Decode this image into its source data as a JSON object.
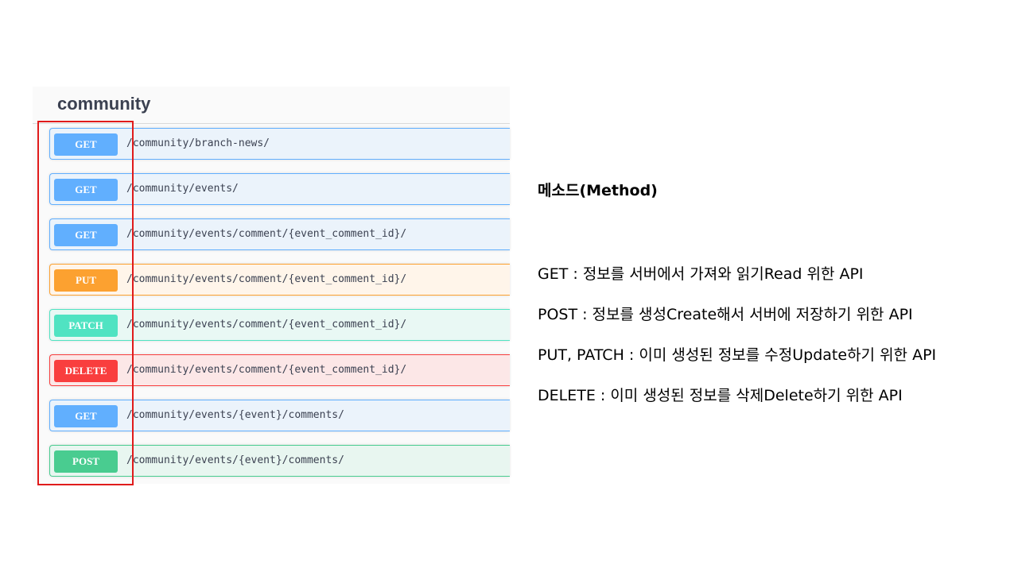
{
  "swagger": {
    "tag_title": "community",
    "operations": [
      {
        "method": "GET",
        "kind": "get",
        "path": "/community/branch-news/"
      },
      {
        "method": "GET",
        "kind": "get",
        "path": "/community/events/"
      },
      {
        "method": "GET",
        "kind": "get",
        "path": "/community/events/comment/{event_comment_id}/"
      },
      {
        "method": "PUT",
        "kind": "put",
        "path": "/community/events/comment/{event_comment_id}/"
      },
      {
        "method": "PATCH",
        "kind": "patch",
        "path": "/community/events/comment/{event_comment_id}/"
      },
      {
        "method": "DELETE",
        "kind": "delete",
        "path": "/community/events/comment/{event_comment_id}/"
      },
      {
        "method": "GET",
        "kind": "get",
        "path": "/community/events/{event}/comments/"
      },
      {
        "method": "POST",
        "kind": "post",
        "path": "/community/events/{event}/comments/"
      }
    ]
  },
  "explanation": {
    "title": "메소드(Method)",
    "lines": [
      "GET : 정보를 서버에서 가져와 읽기Read 위한 API",
      "POST : 정보를 생성Create해서 서버에 저장하기 위한 API",
      "PUT, PATCH : 이미 생성된 정보를 수정Update하기 위한 API",
      "DELETE : 이미 생성된 정보를 삭제Delete하기 위한 API"
    ]
  },
  "colors": {
    "get": "#61affe",
    "put": "#fca130",
    "patch": "#50e3c2",
    "delete": "#f93e3e",
    "post": "#49cc90",
    "highlight": "#e01b1b"
  }
}
